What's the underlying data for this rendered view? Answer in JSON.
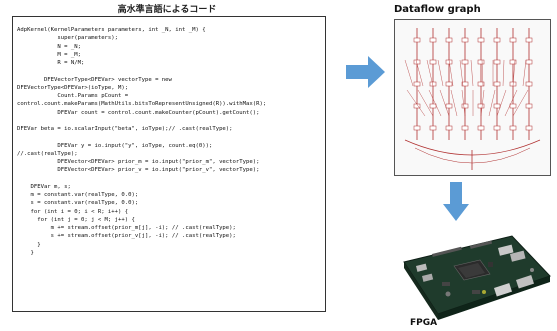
{
  "code_panel": {
    "title": "高水準言語によるコード",
    "lines": [
      "AdpKernel(KernelParameters parameters, int _N, int _M) {",
      "            super(parameters);",
      "            N = _N;",
      "            M = _M;",
      "            R = N/M;",
      "",
      "        DFEVectorType<DFEVar> vectorType = new",
      "DFEVectorType<DFEVar>(ioType, M);",
      "            Count.Params pCount =",
      "control.count.makeParams(MathUtils.bitsToRepresentUnsigned(R)).withMax(R);",
      "            DFEVar count = control.count.makeCounter(pCount).getCount();",
      "",
      "DFEVar beta = io.scalarInput(\"beta\", ioType);// .cast(realType);",
      "",
      "            DFEVar y = io.input(\"y\", ioType, count.eq(0));",
      "//.cast(realType);",
      "            DFEVector<DFEVar> prior_m = io.input(\"prior_m\", vectorType);",
      "            DFEVector<DFEVar> prior_v = io.input(\"prior_v\", vectorType);",
      "",
      "    DFEVar m, s;",
      "    m = constant.var(realType, 0.0);",
      "    s = constant.var(realType, 0.0);",
      "    for (int i = 0; i < R; i++) {",
      "      for (int j = 0; j < M; j++) {",
      "          m += stream.offset(prior_m[j], -i); // .cast(realType);",
      "          s += stream.offset(prior_v[j], -i); // .cast(realType);",
      "      }",
      "    }"
    ]
  },
  "dataflow_panel": {
    "title": "Dataflow graph"
  },
  "fpga_panel": {
    "label": "FPGA"
  },
  "colors": {
    "arrow": "#5b9bd5",
    "graph_lines": "#b03030",
    "board": "#1a3a2a"
  },
  "icons": [
    "right-arrow-icon",
    "down-arrow-icon",
    "dataflow-graph-image",
    "fpga-board-image"
  ]
}
